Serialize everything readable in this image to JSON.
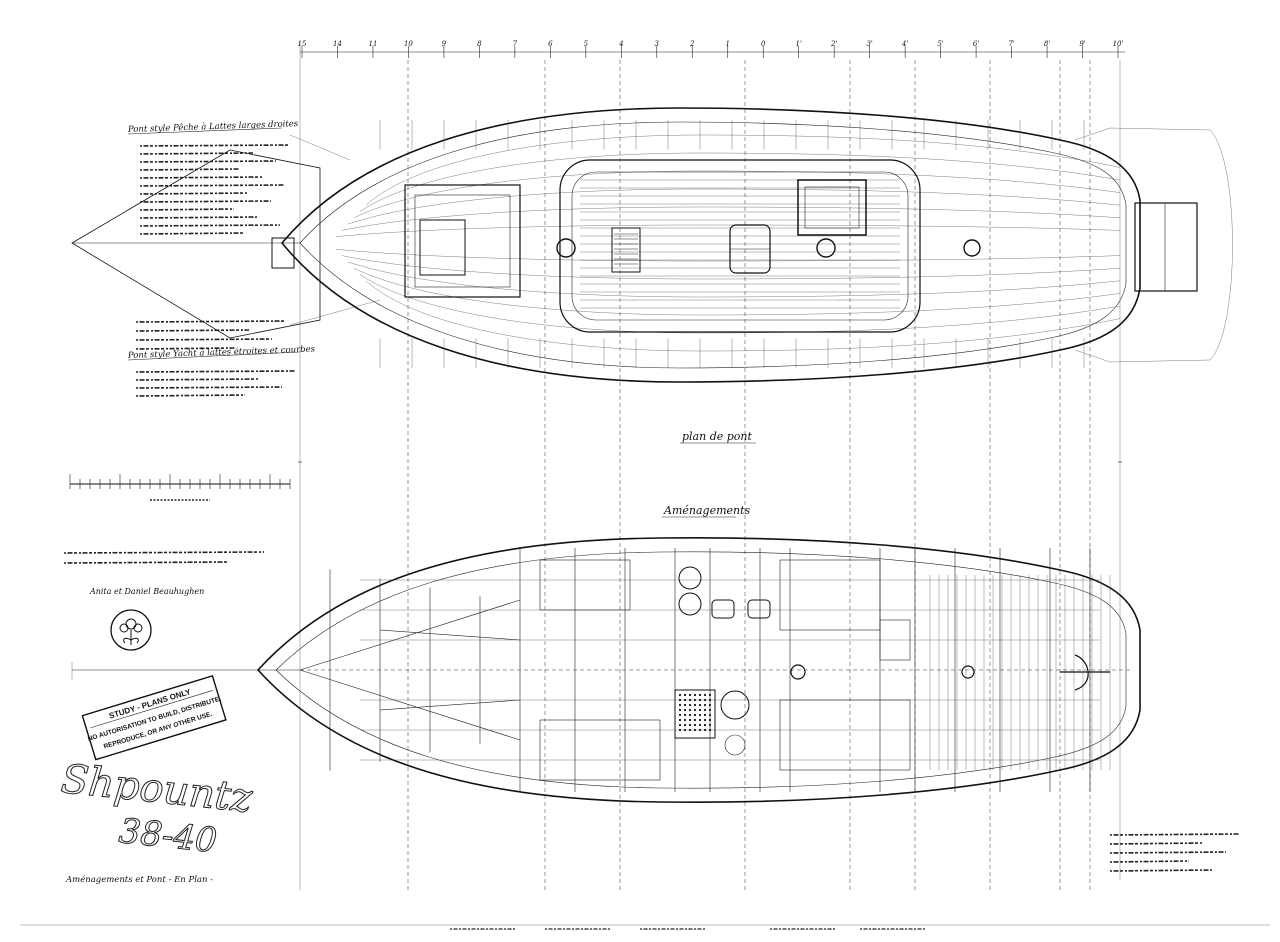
{
  "drawing": {
    "title": "Shpountz",
    "model": "38-40",
    "subtitle": "Aménagements et Pont - En Plan -",
    "signature": "Anita et Daniel Beauhughen"
  },
  "views": {
    "deck": "plan de pont",
    "layout": "Aménagements"
  },
  "stamp": {
    "line1": "STUDY - PLANS ONLY",
    "line2": "NO AUTORISATION TO BUILD, DISTRIBUTE,",
    "line3": "REPRODUCE, OR ANY OTHER USE."
  },
  "legend": {
    "heading1": "Pont style Pêche à Lattes larges droites",
    "heading2": "Pont style Yacht à lattes étroites et courbes"
  },
  "top_scale": {
    "ticks": [
      "15",
      "14",
      "11",
      "10",
      "9",
      "8",
      "7",
      "6",
      "5",
      "4",
      "3",
      "2",
      "1",
      "0",
      "1'",
      "2'",
      "3'",
      "4'",
      "5'",
      "6'",
      "7'",
      "8'",
      "9'",
      "10'"
    ]
  },
  "colors": {
    "ink": "#111111",
    "paper": "#ffffff"
  }
}
